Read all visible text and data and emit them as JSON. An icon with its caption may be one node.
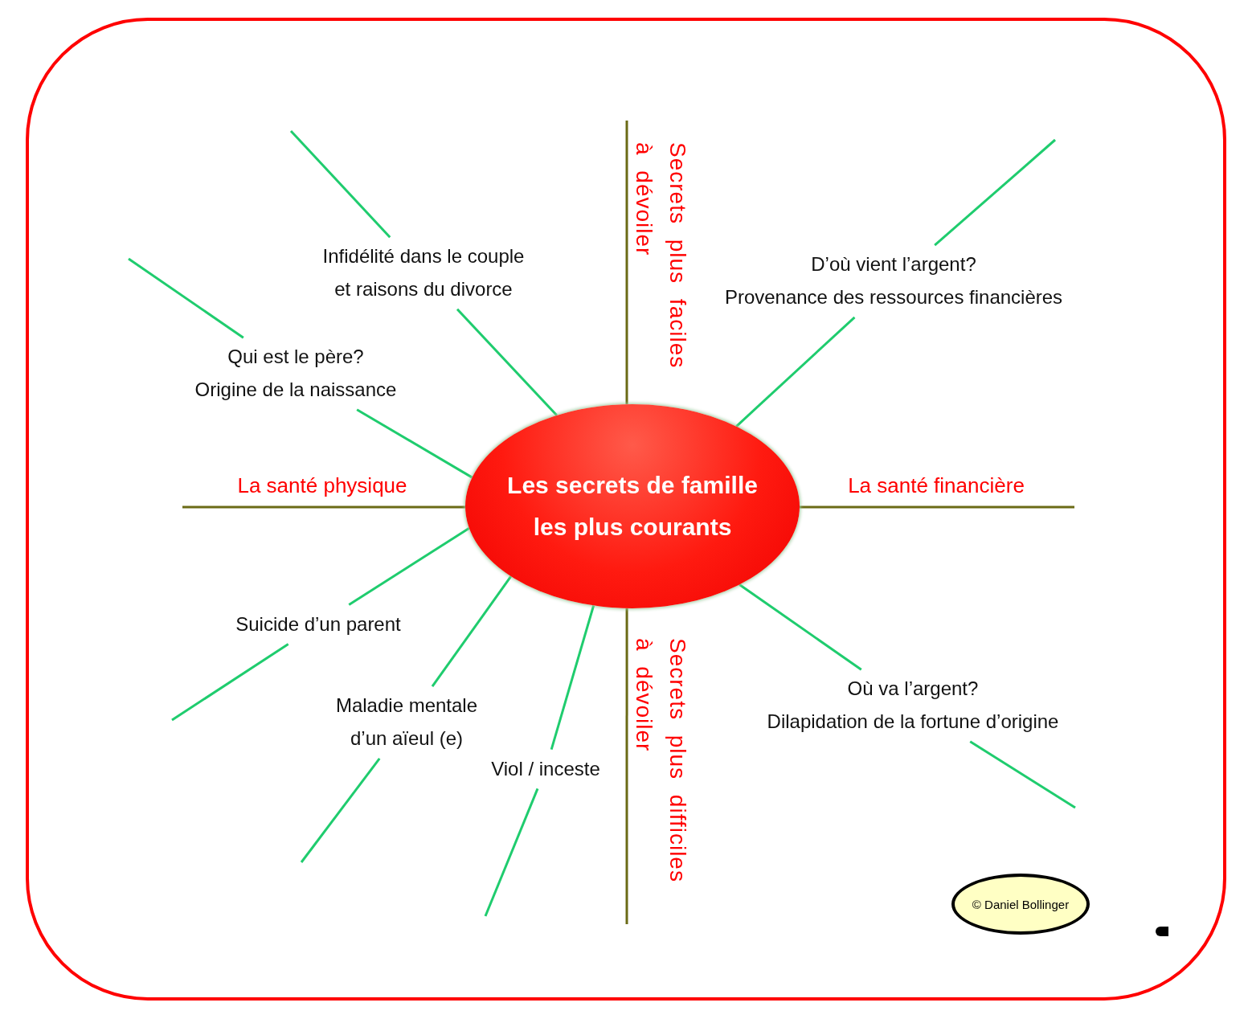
{
  "diagram": {
    "nodes": [
      {
        "text": [
          "Les secrets de famille les plus courants"
        ]
      },
      {
        "text": [
          "Infidélité dans le couple",
          "et raisons du divorce"
        ]
      },
      {
        "text": [
          "D’où vient l’argent?",
          "Provenance des ressources financières"
        ]
      },
      {
        "text": [
          "Qui est le père?",
          "Origine de la naissance"
        ]
      },
      {
        "text": [
          "Suicide d’un parent"
        ]
      },
      {
        "text": [
          "Maladie mentale",
          "d’un aïeul (e)"
        ]
      },
      {
        "text": [
          "Viol / inceste"
        ]
      },
      {
        "text": [
          "Où va l’argent?",
          "Dilapidation de la fortune d’origine"
        ]
      },
      {
        "text": [
          "© Daniel Bollinger"
        ]
      }
    ],
    "edges": [
      {
        "from": 0,
        "to": 1,
        "arrow": "none"
      },
      {
        "from": 1,
        "to": null,
        "arrow": "none"
      },
      {
        "from": 0,
        "to": 2,
        "arrow": "none"
      },
      {
        "from": 2,
        "to": null,
        "arrow": "none"
      },
      {
        "from": 0,
        "to": 3,
        "arrow": "none"
      },
      {
        "from": 3,
        "to": null,
        "arrow": "none"
      },
      {
        "from": 0,
        "to": 4,
        "arrow": "none"
      },
      {
        "from": 4,
        "to": null,
        "arrow": "none"
      },
      {
        "from": 0,
        "to": 5,
        "arrow": "none"
      },
      {
        "from": 5,
        "to": null,
        "arrow": "none"
      },
      {
        "from": 0,
        "to": 6,
        "arrow": "none"
      },
      {
        "from": 6,
        "to": null,
        "arrow": "none"
      },
      {
        "from": 0,
        "to": 7,
        "arrow": "none"
      },
      {
        "from": 7,
        "to": null,
        "arrow": "none"
      },
      {
        "from": 0,
        "to": null,
        "arrow": "none",
        "label": "La santé physique",
        "color": "#6b6b16"
      },
      {
        "from": 0,
        "to": null,
        "arrow": "none",
        "label": "La santé financière",
        "color": "#6b6b16"
      },
      {
        "from": 0,
        "to": null,
        "arrow": "none",
        "color": "#6b6b16"
      },
      {
        "from": 0,
        "to": null,
        "arrow": "none",
        "color": "#6b6b16"
      }
    ],
    "labels": [
      "Secrets plus faciles à dévoiler",
      "Secrets plus difficiles à dévoiler"
    ]
  }
}
